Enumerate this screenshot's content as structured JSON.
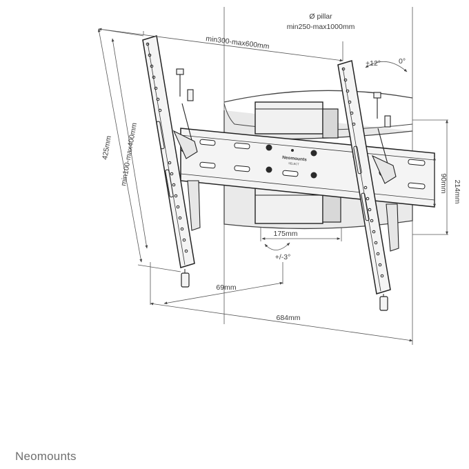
{
  "diagram": {
    "pillar_label": "Ø pillar",
    "pillar_range": "min250-max1000mm",
    "vesa_width": "min300-max600mm",
    "vesa_height": "min100-max400mm",
    "panel_height": "425mm",
    "tilt_up": "+12°",
    "tilt_zero": "0°",
    "plate_height": "214mm",
    "plate_inner": "90mm",
    "strap_width": "175mm",
    "swivel": "+/-3°",
    "depth": "69mm",
    "total_width": "684mm",
    "plate_brand": "Neomounts",
    "plate_brand_sub": "SELECT"
  },
  "footer": {
    "brand": "Neomounts"
  },
  "colors": {
    "line": "#2a2a2a",
    "dim_line": "#555555",
    "fill_light": "#eeeeee",
    "fill_mid": "#d6d6d6",
    "text": "#3a3a3a"
  }
}
